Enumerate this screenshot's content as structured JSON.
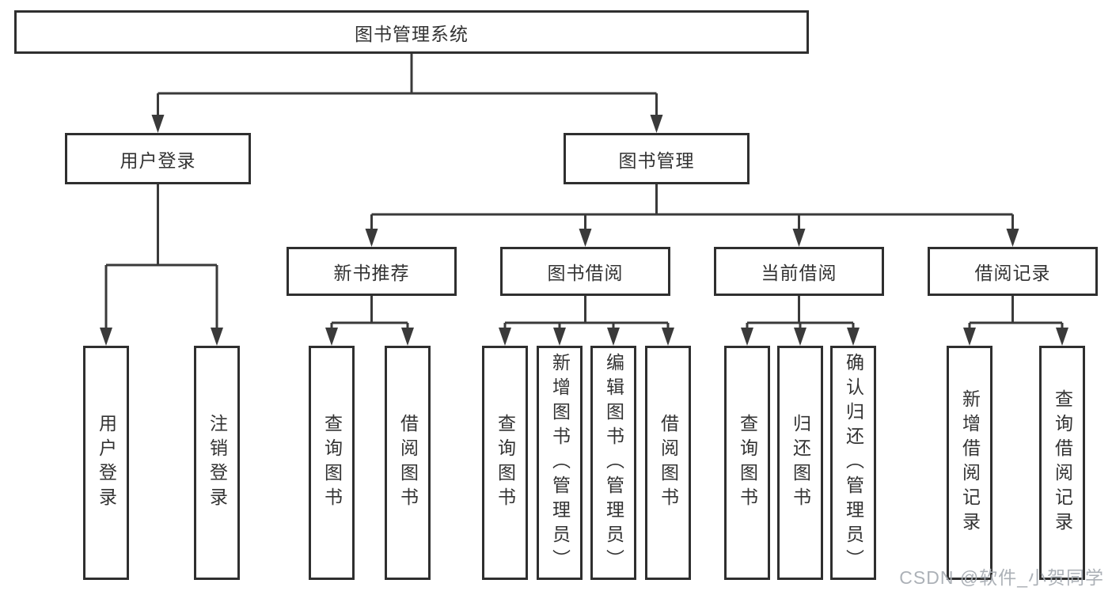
{
  "tree": {
    "label": "图书管理系统",
    "children": [
      {
        "label": "用户登录",
        "children": [
          {
            "label": "用户登录"
          },
          {
            "label": "注销登录"
          }
        ]
      },
      {
        "label": "图书管理",
        "children": [
          {
            "label": "新书推荐",
            "children": [
              {
                "label": "查询图书"
              },
              {
                "label": "借阅图书"
              }
            ]
          },
          {
            "label": "图书借阅",
            "children": [
              {
                "label": "查询图书"
              },
              {
                "label": "新增图书（管理员）"
              },
              {
                "label": "编辑图书（管理员）"
              },
              {
                "label": "借阅图书"
              }
            ]
          },
          {
            "label": "当前借阅",
            "children": [
              {
                "label": "查询图书"
              },
              {
                "label": "归还图书"
              },
              {
                "label": "确认归还（管理员）"
              }
            ]
          },
          {
            "label": "借阅记录",
            "children": [
              {
                "label": "新增借阅记录"
              },
              {
                "label": "查询借阅记录"
              }
            ]
          }
        ]
      }
    ]
  },
  "watermark": "CSDN @软件_小贺同学",
  "colors": {
    "border": "#2f2f2f",
    "line": "#3a3a3a",
    "text": "#333333",
    "watermark": "#a8adb3",
    "background": "#ffffff"
  }
}
